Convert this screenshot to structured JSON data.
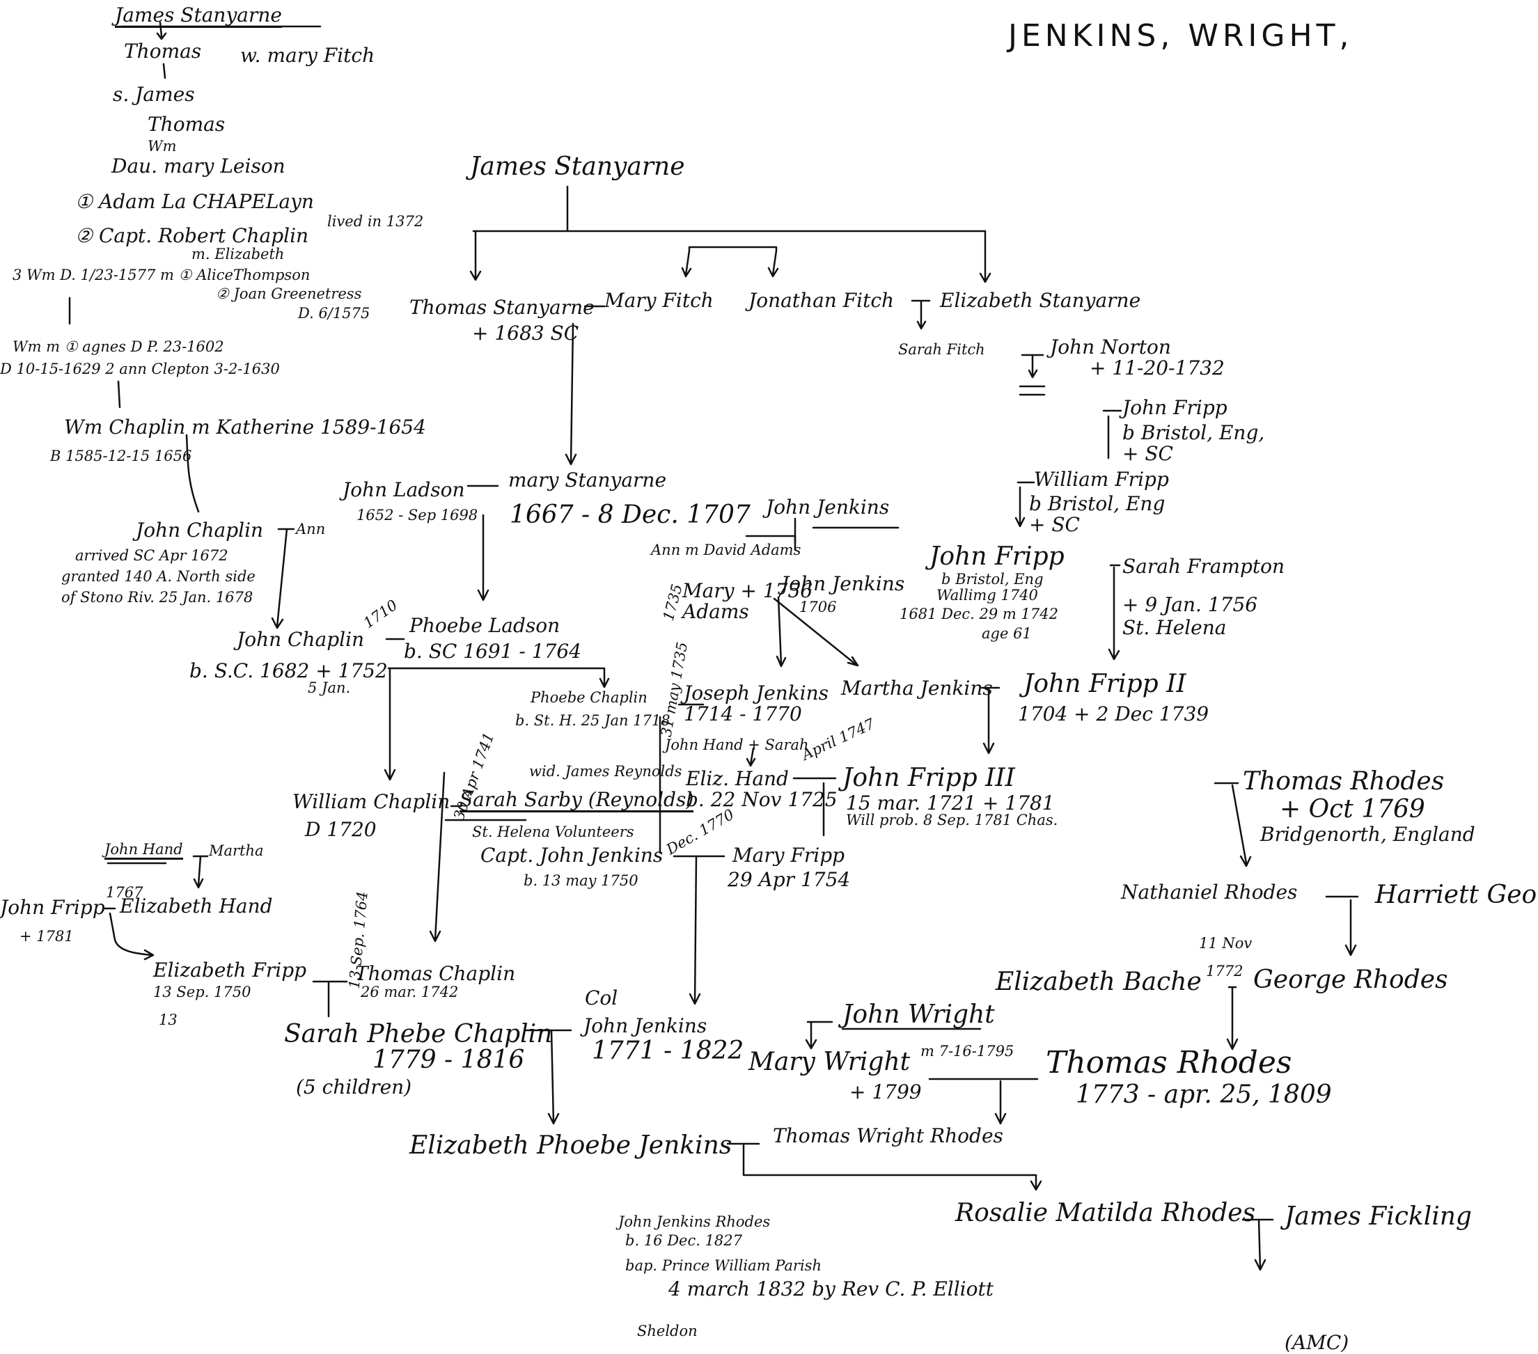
{
  "title": "JENKINS, WRIGHT,",
  "notes": {
    "n01": "James Stanyarne",
    "n02": "Thomas",
    "n03": "w. mary Fitch",
    "n04": "s. James",
    "n05": "Thomas",
    "n06": "Wm",
    "n07": "Dau. mary Leison",
    "n08": "① Adam La CHAPELayn",
    "n09": "lived in 1372",
    "n10": "② Capt. Robert Chaplin",
    "n11": "m. Elizabeth",
    "n12": "3 Wm D. 1/23-1577 m ① AliceThompson",
    "n13": "② Joan Greenetress",
    "n14": "D. 6/1575",
    "n15": "Wm m ① agnes D P. 23-1602",
    "n16": "D 10-15-1629 2 ann Clepton 3-2-1630",
    "n17": "Wm Chaplin m Katherine 1589-1654",
    "n18": "B 1585-12-15 1656",
    "n19": "James Stanyarne",
    "n20": "Thomas Stanyarne",
    "n21": "+ 1683 SC",
    "n22": "Mary Fitch",
    "n23": "Jonathan Fitch",
    "n24": "Elizabeth Stanyarne",
    "n25": "Sarah Fitch",
    "n26": "John Norton",
    "n27": "+ 11-20-1732",
    "n28": "John Fripp",
    "n29": "b Bristol, Eng,",
    "n30": "+ SC",
    "n31": "John Ladson",
    "n32": "1652 - Sep 1698",
    "n33": "mary Stanyarne",
    "n34": "1667 - 8 Dec. 1707",
    "n35": "John Jenkins",
    "n36": "William Fripp",
    "n37": "b Bristol, Eng",
    "n38": "+ SC",
    "n39": "John Chaplin",
    "n40": "Ann",
    "n41": "arrived SC Apr 1672",
    "n42": "granted 140 A. North side",
    "n43": "of Stono Riv. 25 Jan. 1678",
    "n44": "Ann m David Adams",
    "n45": "John Jenkins",
    "n46": "1706",
    "n47": "Mary + 1756",
    "n48": "Adams",
    "n49": "1735",
    "n50": "John Fripp",
    "n51": "b Bristol, Eng",
    "n52": "Wallimg 1740",
    "n53": "1681 Dec. 29 m 1742",
    "n54": "age 61",
    "n55": "Sarah Frampton",
    "n56": "+ 9 Jan. 1756",
    "n57": "St. Helena",
    "n58": "1710",
    "n59": "John Chaplin",
    "n60": "b. S.C. 1682 + 1752",
    "n61": "5 Jan.",
    "n62": "Phoebe Ladson",
    "n63": "b. SC 1691 - 1764",
    "n64": "Phoebe Chaplin",
    "n65": "b. St. H. 25 Jan 1718",
    "n66": "31 may 1735",
    "n67": "Joseph Jenkins",
    "n68": "1714 - 1770",
    "n69": "Martha Jenkins",
    "n70": "John Fripp II",
    "n71": "1704 + 2 Dec 1739",
    "n72": "John Hand + Sarah",
    "n73": "April 1747",
    "n74": "wid. James Reynolds",
    "n75": "Eliz. Hand",
    "n76": "b. 22 Nov 1725",
    "n77": "John Fripp III",
    "n78": "15 mar. 1721 + 1781",
    "n79": "Will prob. 8 Sep. 1781 Chas.",
    "n80": "Thomas Rhodes",
    "n81": "+ Oct 1769",
    "n82": "Bridgenorth, England",
    "n83": "William Chaplin",
    "n84": "D 1720",
    "n85": "30 Apr 1741",
    "n86": "Sarah Sarby (Reynolds)",
    "n87": "St. Helena Volunteers",
    "n88": "Capt. John Jenkins",
    "n89": "b. 13 may 1750",
    "n90": "Dec. 1770",
    "n91": "Mary Fripp",
    "n92": "29 Apr 1754",
    "n93": "John Hand",
    "n94": "Martha",
    "n95": "John Fripp",
    "n96": "+ 1781",
    "n97": "1767",
    "n98": "Elizabeth Hand",
    "n99": "Nathaniel Rhodes",
    "n100": "Harriett George",
    "n101": "13 Sep. 1764",
    "n102": "Elizabeth Fripp",
    "n103": "13 Sep. 1750",
    "n104": "13",
    "n105": "Thomas Chaplin",
    "n106": "26 mar. 1742",
    "n107": "11 Nov",
    "n108": "1772",
    "n109": "Elizabeth Bache",
    "n110": "George Rhodes",
    "n111": "Col",
    "n112": "John Jenkins",
    "n113": "1771 - 1822",
    "n114": "Sarah Phebe Chaplin",
    "n115": "1779 - 1816",
    "n116": "(5 children)",
    "n117": "John Wright",
    "n118": "Mary Wright",
    "n119": "+ 1799",
    "n120": "m 7-16-1795",
    "n121": "Thomas Rhodes",
    "n122": "1773 - apr. 25, 1809",
    "n123": "Elizabeth Phoebe Jenkins",
    "n124": "Thomas Wright Rhodes",
    "n125": "John Jenkins Rhodes",
    "n126": "b. 16 Dec. 1827",
    "n127": "bap. Prince William Parish",
    "n128": "4 march 1832 by Rev C. P. Elliott",
    "n129": "Sheldon",
    "n130": "Rosalie Matilda Rhodes",
    "n131": "James Fickling",
    "n132": "(AMC)"
  },
  "colors": {
    "ink": "#111111",
    "paper": "#ffffff"
  }
}
